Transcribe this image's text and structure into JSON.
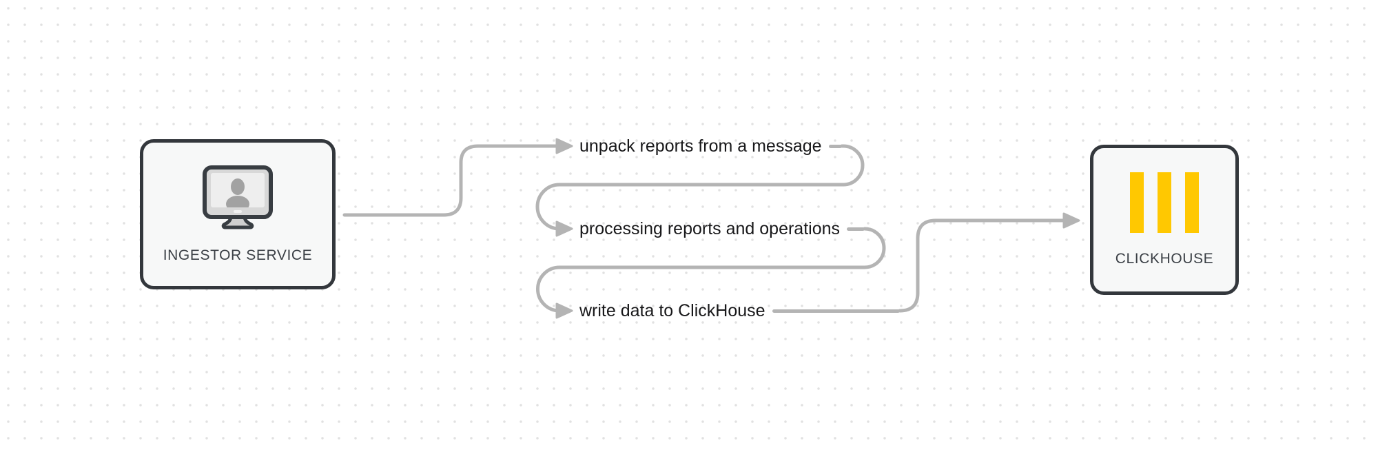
{
  "diagram": {
    "nodes": {
      "ingestor": {
        "label": "INGESTOR SERVICE",
        "icon": "monitor-user-icon"
      },
      "clickhouse": {
        "label": "CLICKHOUSE",
        "icon": "clickhouse-bars-icon"
      }
    },
    "steps": [
      {
        "label": "unpack reports from a message"
      },
      {
        "label": "processing reports and operations"
      },
      {
        "label": "write data to ClickHouse"
      }
    ],
    "edges": [
      {
        "from": "ingestor",
        "to": "step-1"
      },
      {
        "from": "step-1",
        "to": "step-2"
      },
      {
        "from": "step-2",
        "to": "step-3"
      },
      {
        "from": "step-3",
        "to": "clickhouse"
      }
    ],
    "colors": {
      "background": "#ffffff",
      "grid_dot": "#e1e1e1",
      "connector": "#b4b4b4",
      "node_border": "#33373c",
      "node_fill": "#f7f8f8",
      "clickhouse_yellow": "#ffc801",
      "step_text": "#18181a",
      "caption_text": "#3b4046"
    }
  }
}
